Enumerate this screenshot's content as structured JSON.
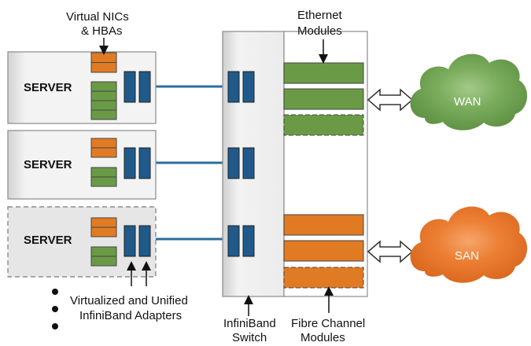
{
  "labels": {
    "virtual_nics_line1": "Virtual NICs",
    "virtual_nics_line2": "& HBAs",
    "ethernet_line1": "Ethernet",
    "ethernet_line2": "Modules",
    "adapters_line1": "Virtualized and Unified",
    "adapters_line2": "InfiniBand Adapters",
    "switch_line1": "InfiniBand",
    "switch_line2": "Switch",
    "fc_line1": "Fibre Channel",
    "fc_line2": "Modules"
  },
  "servers": [
    {
      "label": "SERVER",
      "virtual": false
    },
    {
      "label": "SERVER",
      "virtual": false
    },
    {
      "label": "SERVER",
      "virtual": true
    }
  ],
  "clouds": {
    "wan": "WAN",
    "san": "SAN"
  },
  "colors": {
    "nic_orange": "#e07b24",
    "hba_green": "#6a9a46",
    "adapter_blue": "#1f5a8a",
    "link_blue": "#2f6d9c",
    "server_fill": "#f0f0f0",
    "wan_cloud": "#72a851",
    "san_cloud": "#ea7a2a"
  }
}
